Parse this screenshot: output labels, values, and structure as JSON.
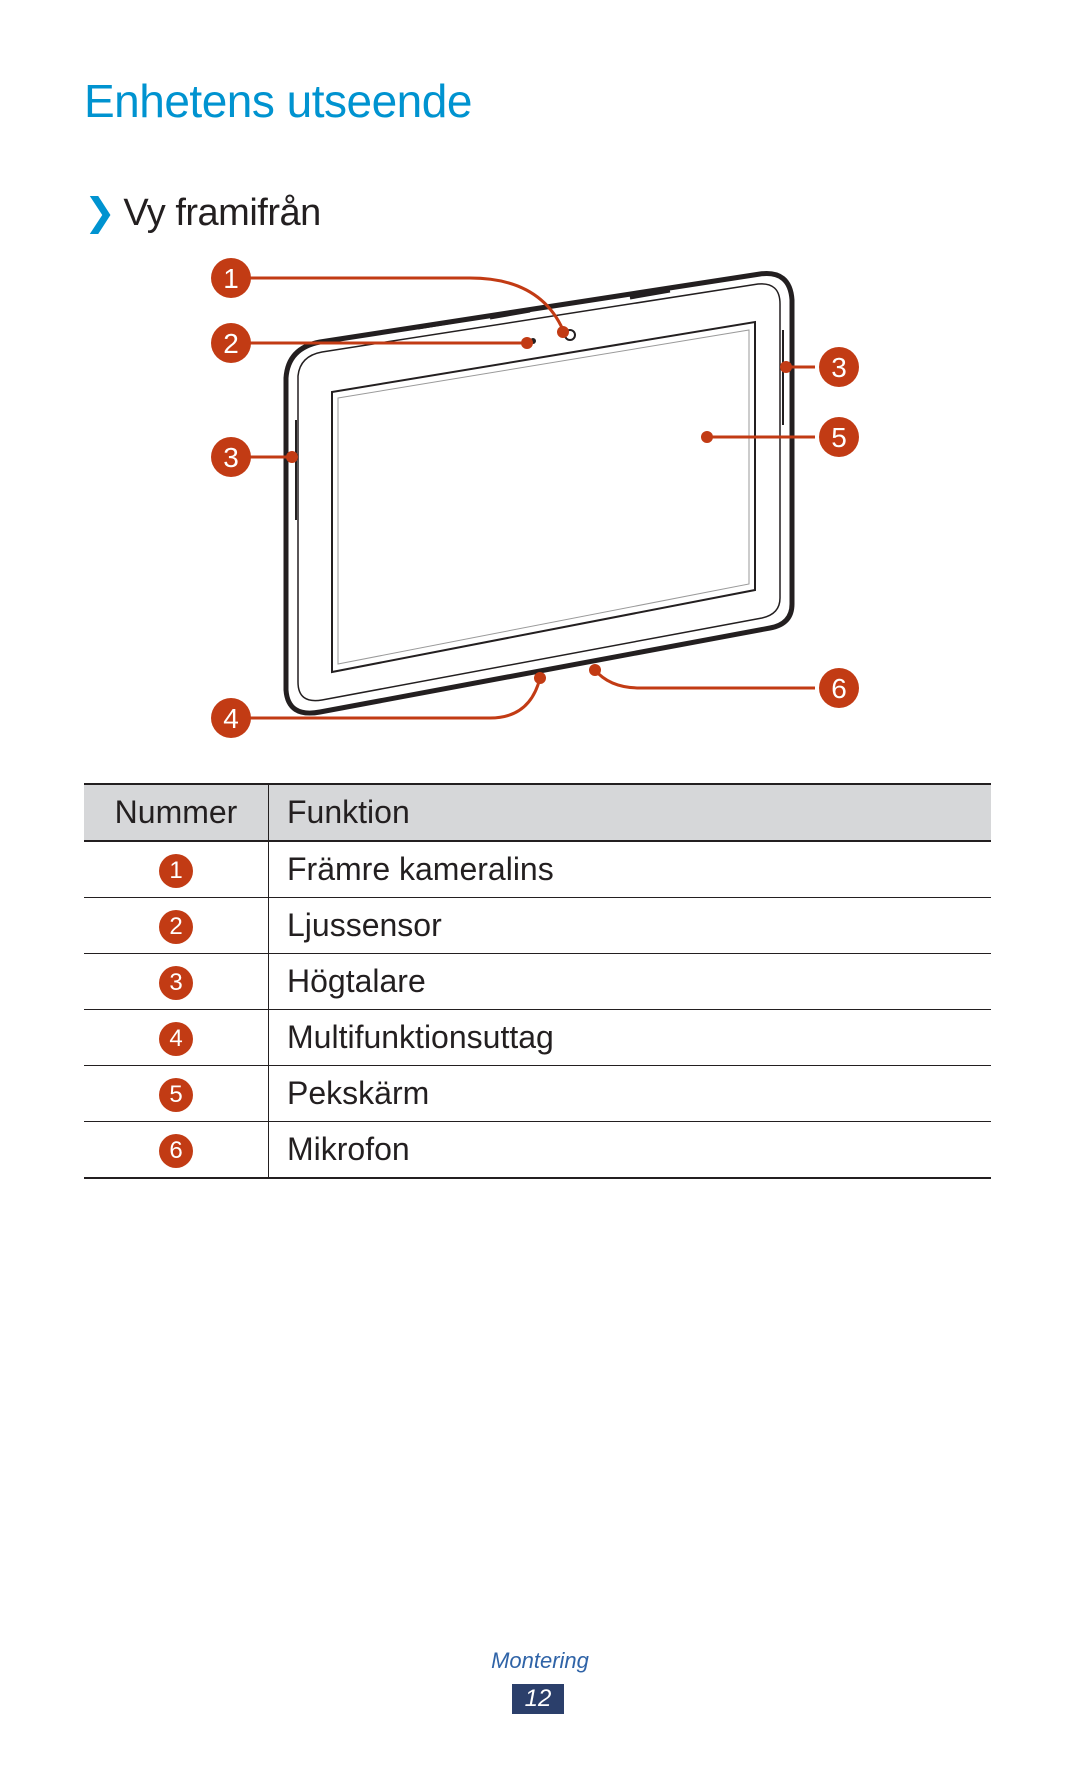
{
  "page": {
    "title": "Enhetens utseende",
    "section_heading": "Vy framifrån",
    "section_marker": "❯"
  },
  "diagram": {
    "callouts": [
      {
        "number": "1",
        "target": "front-camera"
      },
      {
        "number": "2",
        "target": "light-sensor"
      },
      {
        "number": "3",
        "target": "speaker-left"
      },
      {
        "number": "3",
        "target": "speaker-right"
      },
      {
        "number": "4",
        "target": "multifunction-jack"
      },
      {
        "number": "5",
        "target": "touch-screen"
      },
      {
        "number": "6",
        "target": "microphone"
      }
    ],
    "callout_color": "#c23b14"
  },
  "table": {
    "headers": {
      "number": "Nummer",
      "function": "Funktion"
    },
    "header_bg": "#d6d7d9",
    "rows": [
      {
        "number": "1",
        "function": "Främre kameralins"
      },
      {
        "number": "2",
        "function": "Ljussensor"
      },
      {
        "number": "3",
        "function": "Högtalare"
      },
      {
        "number": "4",
        "function": "Multifunktionsuttag"
      },
      {
        "number": "5",
        "function": "Pekskärm"
      },
      {
        "number": "6",
        "function": "Mikrofon"
      }
    ]
  },
  "footer": {
    "section": "Montering",
    "page_number": "12"
  },
  "colors": {
    "title": "#0093d0",
    "callout": "#c23b14",
    "page_number_bg": "#2b3f6b",
    "footer_text": "#2f63a7"
  }
}
